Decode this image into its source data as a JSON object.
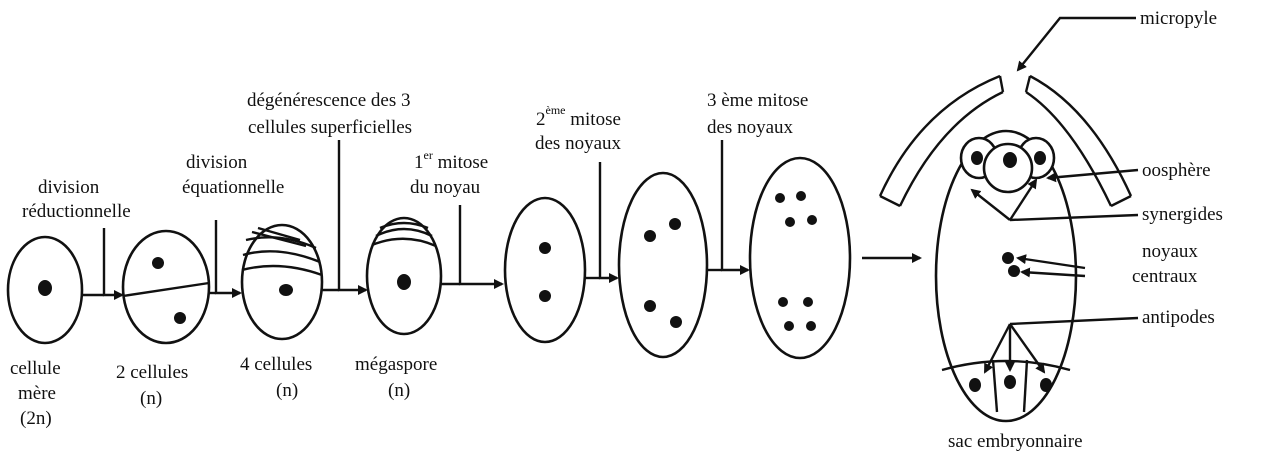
{
  "labels": {
    "division_reductionnelle_1": "division",
    "division_reductionnelle_2": "réductionnelle",
    "division_equationnelle_1": "division",
    "division_equationnelle_2": "équationnelle",
    "degenerescence_1": "dégénérescence des 3",
    "degenerescence_2": "cellules superficielles",
    "mitose1_num": "1",
    "mitose1_sup": "er",
    "mitose1_rest": " mitose",
    "mitose1_2": "du noyau",
    "mitose2_num": "2",
    "mitose2_sup": "ème",
    "mitose2_rest": " mitose",
    "mitose2_2": "des noyaux",
    "mitose3_1": "3 ème mitose",
    "mitose3_2": "des noyaux",
    "cellule_mere_1": "cellule",
    "cellule_mere_2": "mère",
    "cellule_mere_3": "(2n)",
    "deux_cellules_1": "2 cellules",
    "deux_cellules_2": "(n)",
    "quatre_cellules_1": "4 cellules",
    "quatre_cellules_2": "(n)",
    "megaspore_1": "mégaspore",
    "megaspore_2": "(n)",
    "micropyle": "micropyle",
    "oosphere": "oosphère",
    "synergides": "synergides",
    "noyaux_centraux_1": "noyaux",
    "noyaux_centraux_2": "centraux",
    "antipodes": "antipodes",
    "sac_embryonnaire": "sac embryonnaire"
  }
}
